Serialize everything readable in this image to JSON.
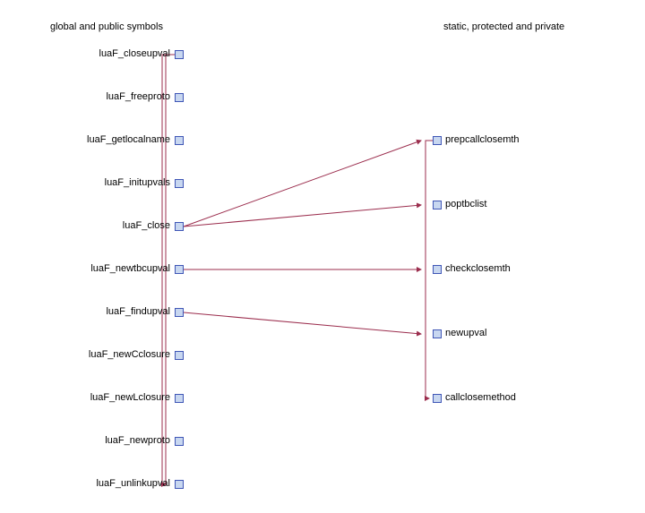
{
  "headers": {
    "left": "global and public symbols",
    "right": "static, protected and private"
  },
  "left_nodes": [
    "luaF_closeupval",
    "luaF_freeproto",
    "luaF_getlocalname",
    "luaF_initupvals",
    "luaF_close",
    "luaF_newtbcupval",
    "luaF_findupval",
    "luaF_newCclosure",
    "luaF_newLclosure",
    "luaF_newproto",
    "luaF_unlinkupval"
  ],
  "right_nodes": [
    "prepcallclosemth",
    "poptbclist",
    "checkclosemth",
    "newupval",
    "callclosemethod"
  ],
  "colors": {
    "edge": "#9b2d4d",
    "box_fill": "#c8d7f0",
    "box_border": "#3f56b6"
  },
  "edges": [
    {
      "from": "luaF_closeupval",
      "to": "luaF_unlinkupval"
    },
    {
      "from": "luaF_close",
      "to": "prepcallclosemth"
    },
    {
      "from": "luaF_close",
      "to": "poptbclist"
    },
    {
      "from": "luaF_newtbcupval",
      "to": "checkclosemth"
    },
    {
      "from": "luaF_findupval",
      "to": "newupval"
    },
    {
      "from": "prepcallclosemth",
      "to": "callclosemethod"
    }
  ]
}
